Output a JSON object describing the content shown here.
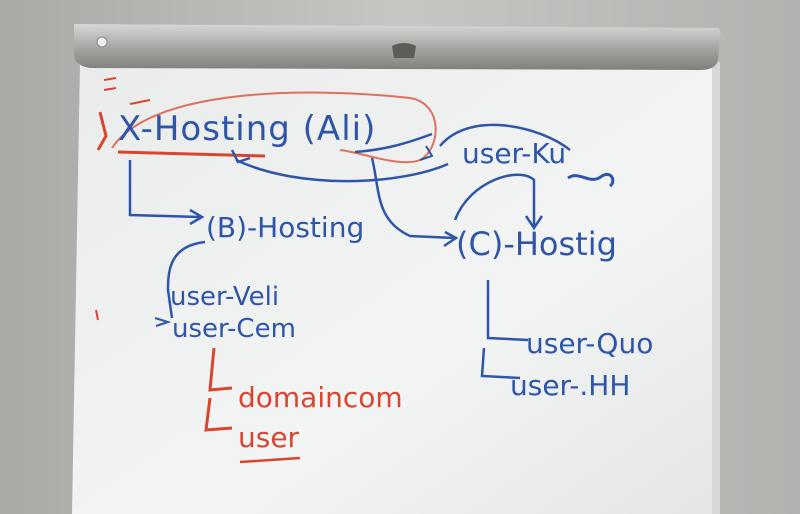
{
  "whiteboard": {
    "colors": {
      "blue_marker": "#2f55a8",
      "red_marker": "#d9452f",
      "board": "#eef0f0",
      "wall": "#b9b9b6"
    },
    "labels": {
      "x_hosting": "X-Hosting (Ali)",
      "b_hosting": "(B)-Hosting",
      "c_hosting": "(C)-Hostig",
      "user_top": "user-Ku",
      "user_veli": "user-Veli",
      "user_cem": "user-Cem",
      "domain": "domaincom",
      "user_red": "user",
      "user_quo": "user-Quo",
      "user_hh": "user-.HH"
    }
  }
}
